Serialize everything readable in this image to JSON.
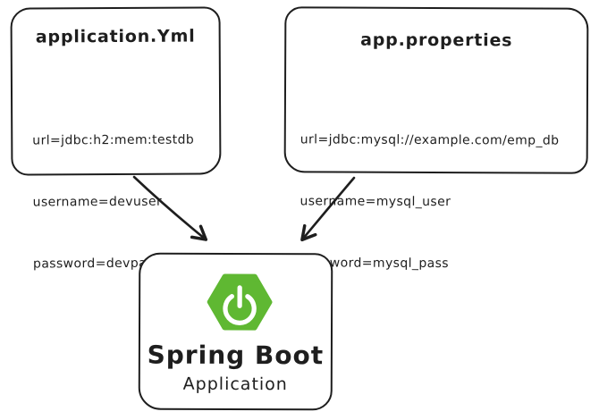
{
  "diagram": {
    "background_color": "#ffffff",
    "stroke_color": "#1e1e1e",
    "spring_green": "#5FB832",
    "yml_box": {
      "title": "application.Yml",
      "lines": [
        "url=jdbc:h2:mem:testdb",
        "username=devuser",
        "password=devpass"
      ]
    },
    "properties_box": {
      "title": "app.properties",
      "lines": [
        "url=jdbc:mysql://example.com/emp_db",
        "username=mysql_user",
        "password=mysql_pass"
      ]
    },
    "app_box": {
      "logo_icon": "spring-boot-logo",
      "title": "Spring Boot",
      "subtitle": "Application"
    }
  }
}
